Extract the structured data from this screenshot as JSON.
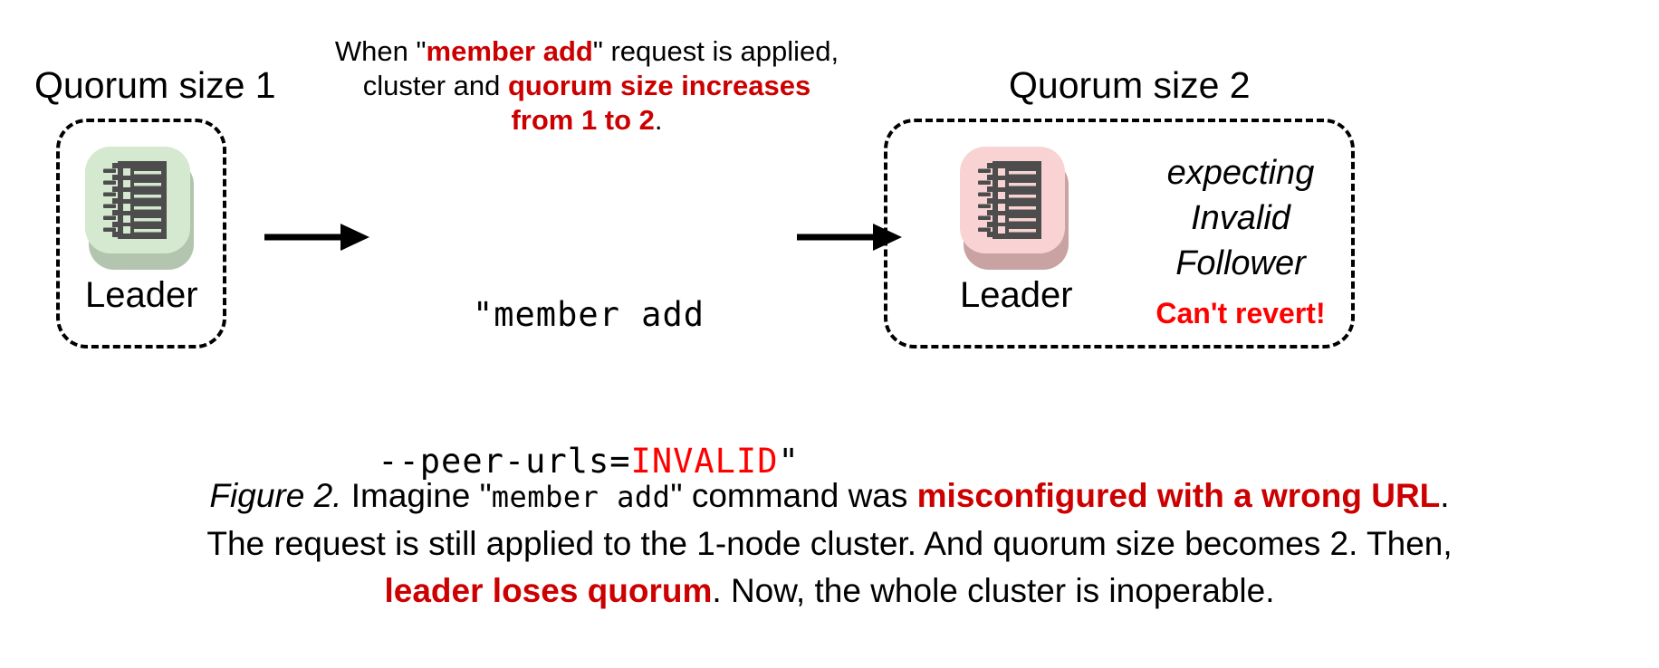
{
  "figure": {
    "background_color": "#ffffff",
    "accent_red_dark": "#cc0000",
    "accent_red_bright": "#ff0000",
    "node_green_tile": "#d5e8d0",
    "node_green_shadow": "#b3c5ae",
    "node_pink_tile": "#f9d3d3",
    "node_pink_shadow": "#c9a2a2",
    "node_body_color": "#4d4d4d"
  },
  "left_cluster": {
    "title": "Quorum size 1",
    "node": {
      "icon": "server-node-icon",
      "label": "Leader",
      "tile_color": "#d5e8d0",
      "shadow_color": "#b3c5ae"
    }
  },
  "right_cluster": {
    "title": "Quorum size 2",
    "node": {
      "icon": "server-node-icon",
      "label": "Leader",
      "tile_color": "#f9d3d3",
      "shadow_color": "#c9a2a2"
    },
    "status": {
      "line1": "expecting",
      "line2": "Invalid",
      "line3": "Follower",
      "warning": "Can't revert!"
    }
  },
  "annotation": {
    "line1_pre": "When \"",
    "line1_em": "member add",
    "line1_post": "\" request is applied,",
    "line2_pre": "cluster and ",
    "line2_em": "quorum size increases",
    "line3_em": "from 1 to 2",
    "line3_post": "."
  },
  "command": {
    "line1": "\"member add",
    "line2_pre": "--peer-urls=",
    "line2_bad": "INVALID",
    "line2_post": "\""
  },
  "arrows": {
    "left_arrow": "arrow-right-icon",
    "right_arrow": "arrow-right-icon"
  },
  "caption": {
    "fig_label": "Figure 2.",
    "part1": " Imagine \"",
    "mono1": "member add",
    "part2": "\" command was ",
    "em1": "misconfigured with a wrong URL",
    "part3": ".",
    "line2": "The request is still applied to the 1-node cluster. And quorum size becomes 2. Then,",
    "line3_pre": "",
    "em2": "leader loses quorum",
    "line3_post": ". Now, the whole cluster is inoperable."
  }
}
